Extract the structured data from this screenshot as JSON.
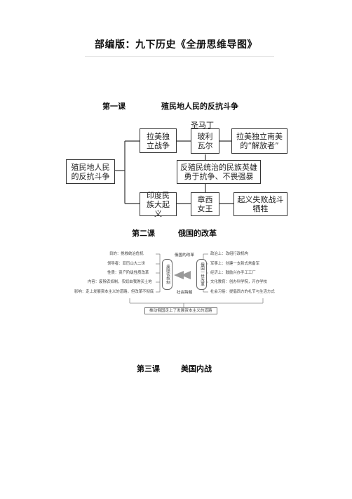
{
  "document": {
    "title": "部编版：九下历史《全册思维导图》"
  },
  "lesson1": {
    "heading_no": "第一课",
    "heading_title": "殖民地人民的反抗斗争",
    "root": "殖民地人民的反抗斗争",
    "top_label": "圣马丁",
    "latin_war": "拉美独立战争",
    "bolivar": "玻利瓦尔",
    "south_liberator": "拉美独立南美的“解放者”",
    "hero": "反殖民统治的民族英雄勇于抗争、不畏强暴",
    "india": "印度民族大起义",
    "zhangxi": "章西女王",
    "failure": "起义失败战斗牺牲"
  },
  "lesson2": {
    "heading_no": "第二课",
    "heading_title": "俄国的改革",
    "left_items": [
      "目的：挽救统治危机",
      "领导者：亚历山大二世",
      "性质：资产阶级性质改革",
      "内容：废除农奴制，农奴由我购买土地",
      "影响：走上发展资本主义的道路，但改革不彻底"
    ],
    "serfdom_box": "废除农奴制",
    "russia_reform_box": "俄国的改革",
    "social_box": "社会跨越",
    "lenin_box": "俄国一世改革",
    "right_items": [
      "政治上：改组行政机构",
      "军事上：创建一支新式常备军",
      "经济上：鼓励兴办手工工厂",
      "文化教育：创办科学院，开办学校",
      "社会习俗：提倡西方的礼节与生活方式"
    ],
    "bottom": "推动俄国走上了发展资本主义的道路"
  },
  "lesson3": {
    "heading_no": "第三课",
    "heading_title": "美国内战"
  }
}
